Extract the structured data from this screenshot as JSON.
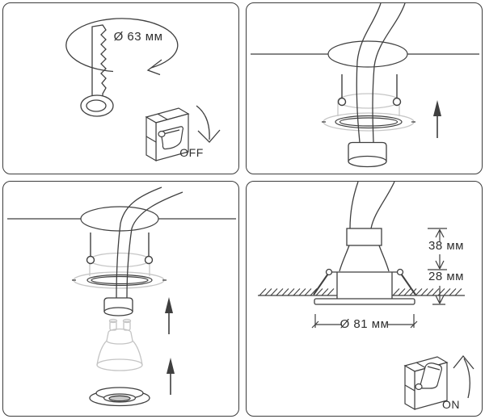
{
  "colors": {
    "background": "#ffffff",
    "line": "#3f3f3f",
    "light_line": "#c6c6c6",
    "panel_border": "#3c3c3c",
    "text": "#2f2f2f",
    "lens_fill": "#c9c9c9"
  },
  "panels": {
    "step1": {
      "name": "cut-ceiling-hole",
      "diameter_label": "Ø 63 мм",
      "switch_state": "OFF",
      "icons": [
        "hole-saw-icon",
        "rotation-arrow-icon",
        "light-switch-off-icon",
        "curved-arrow-down-icon"
      ]
    },
    "step2": {
      "name": "pull-out-wire-and-spring-clips",
      "icons": [
        "ceiling-hole",
        "power-cable",
        "spring-clip-pins",
        "mounting-ring",
        "terminal-block",
        "arrow-up-icon"
      ]
    },
    "step3": {
      "name": "connect-housing-and-insert-gu10-lamp",
      "icons": [
        "ceiling-hole",
        "power-cable",
        "spring-clip-pins",
        "mounting-ring",
        "terminal-block",
        "gu10-lamp-icon",
        "trim-ring",
        "arrow-up-icon"
      ]
    },
    "step4": {
      "name": "installed-section-power-on",
      "height_above_label": "38 мм",
      "recess_depth_label": "28 мм",
      "cutout_diameter_label": "Ø 81 мм",
      "switch_state": "ON",
      "icons": [
        "installed-downlight-section",
        "ceiling-hatching",
        "dimension-lines",
        "light-switch-on-icon",
        "curved-arrow-up-icon"
      ]
    }
  }
}
